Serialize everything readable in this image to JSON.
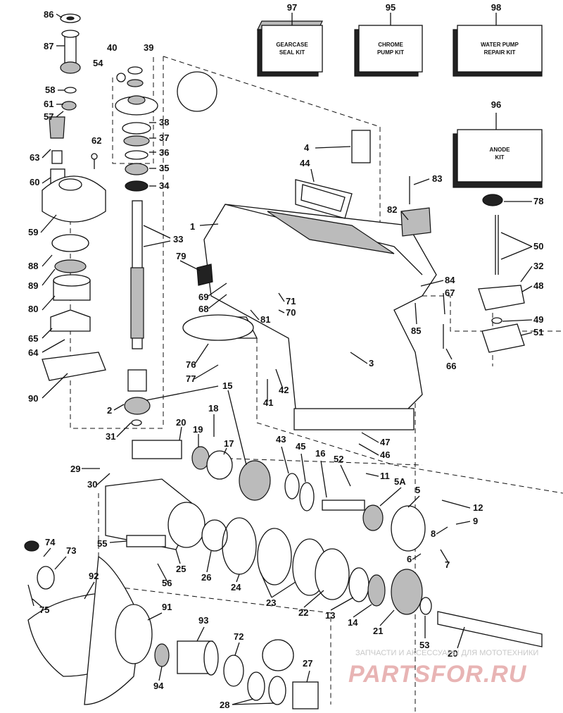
{
  "kits": [
    {
      "num": "97",
      "lines": [
        "GEARCASE",
        "SEAL KIT"
      ]
    },
    {
      "num": "95",
      "lines": [
        "CHROME",
        "PUMP KIT"
      ]
    },
    {
      "num": "98",
      "lines": [
        "WATER PUMP",
        "REPAIR KIT"
      ]
    },
    {
      "num": "96",
      "lines": [
        "ANODE",
        "KIT"
      ]
    }
  ],
  "callouts": [
    "86",
    "87",
    "58",
    "61",
    "57",
    "63",
    "60",
    "62",
    "59",
    "88",
    "89",
    "80",
    "65",
    "64",
    "90",
    "40",
    "39",
    "54",
    "38",
    "37",
    "36",
    "35",
    "34",
    "33",
    "79",
    "69",
    "68",
    "2",
    "31",
    "20",
    "19",
    "18",
    "17",
    "15",
    "29",
    "30",
    "55",
    "25",
    "56",
    "26",
    "24",
    "74",
    "73",
    "75",
    "92",
    "91",
    "93",
    "72",
    "94",
    "27",
    "28",
    "4",
    "44",
    "1",
    "82",
    "83",
    "78",
    "50",
    "32",
    "48",
    "49",
    "51",
    "84",
    "67",
    "85",
    "66",
    "71",
    "70",
    "81",
    "76",
    "77",
    "3",
    "42",
    "41",
    "47",
    "46",
    "43",
    "45",
    "16",
    "52",
    "11",
    "5A",
    "5",
    "12",
    "9",
    "8",
    "7",
    "6",
    "23",
    "22",
    "13",
    "14",
    "21",
    "53",
    "20"
  ],
  "watermark": {
    "top": "ЗАПЧАСТИ И АКСЕССУАРЫ ДЛЯ МОТОТЕХНИКИ",
    "brand": "PARTSFOR.RU"
  }
}
